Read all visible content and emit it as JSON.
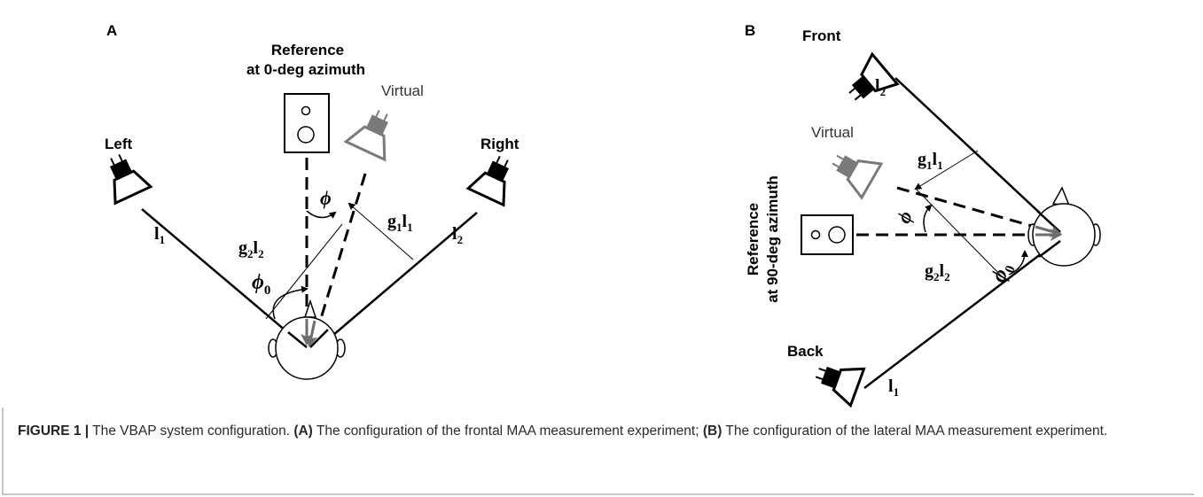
{
  "panel_a": {
    "label": "A",
    "reference_line1": "Reference",
    "reference_line2": "at 0-deg azimuth",
    "virtual": "Virtual",
    "left": "Left",
    "right": "Right",
    "l1_main": "l",
    "l1_sub": "1",
    "l2_main": "l",
    "l2_sub": "2",
    "g2l2": {
      "g": "g",
      "gsub": "2",
      "l": "l",
      "lsub": "2"
    },
    "g1l1": {
      "g": "g",
      "gsub": "1",
      "l": "l",
      "lsub": "1"
    },
    "phi": "ϕ",
    "phi0": {
      "main": "ϕ",
      "sub": "0"
    }
  },
  "panel_b": {
    "label": "B",
    "front": "Front",
    "back": "Back",
    "virtual": "Virtual",
    "reference_line1": "Reference",
    "reference_line2": "at 90-deg azimuth",
    "l1_main": "l",
    "l1_sub": "1",
    "l2_main": "l",
    "l2_sub": "2",
    "g1l1": {
      "g": "g",
      "gsub": "1",
      "l": "l",
      "lsub": "1"
    },
    "g2l2": {
      "g": "g",
      "gsub": "2",
      "l": "l",
      "lsub": "2"
    },
    "phi": "ϕ",
    "phi0": {
      "main": "ϕ",
      "sub": "0"
    }
  },
  "caption": {
    "figure_label": "FIGURE 1 |",
    "text1": " The VBAP system configuration. ",
    "a_tag": "(A)",
    "text2": " The configuration of the frontal MAA measurement experiment; ",
    "b_tag": "(B)",
    "text3": " The configuration of the lateral MAA measurement experiment."
  },
  "colors": {
    "line": "#000000",
    "virtual_gray": "#7a7a7a",
    "caption_border": "#c7c7c7",
    "caption_text": "#2a2a2a"
  }
}
